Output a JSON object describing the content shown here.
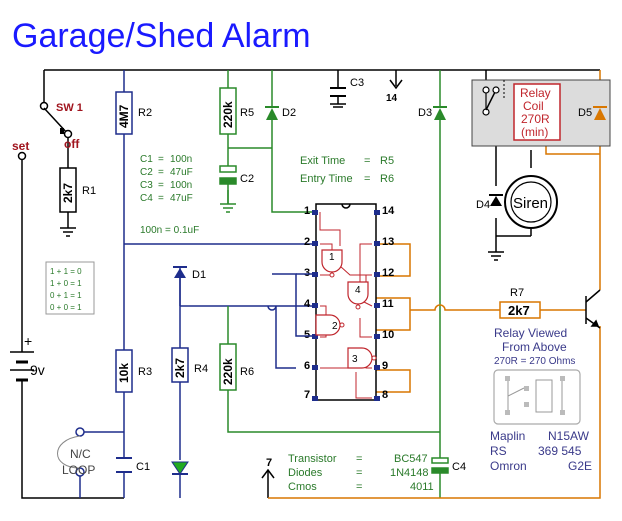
{
  "title": "Garage/Shed Alarm",
  "colors": {
    "title": "#1a1aff",
    "wire_black": "#000000",
    "wire_blue": "#1e2d8c",
    "wire_green": "#2a8a2a",
    "wire_orange": "#d97700",
    "ic_body": "#c0262d",
    "relay_box": "#dcdcdc",
    "relay_label": "#c0262d",
    "text_blue": "#3a3a8a",
    "text_green": "#2a7a2a",
    "text_red": "#a0141e",
    "led": "#22aa22",
    "pins": "#1e2d8c"
  },
  "labels": {
    "sw1": "SW 1",
    "set": "set",
    "off": "off",
    "battery": "9v",
    "battery_plus": "+",
    "r1": "R1",
    "r1_value": "2k7",
    "r2": "R2",
    "r2_value": "4M7",
    "r3": "R3",
    "r3_value": "10k",
    "r4": "R4",
    "r4_value": "2k7",
    "r5": "R5",
    "r5_value": "220k",
    "r6": "R6",
    "r6_value": "220k",
    "r7": "R7",
    "r7_value": "2k7",
    "c1": "C1",
    "c2": "C2",
    "c3": "C3",
    "c4": "C4",
    "d1": "D1",
    "d2": "D2",
    "d3": "D3",
    "d4": "D4",
    "d5": "D5",
    "loop_line1": "N/C",
    "loop_line2": "LOOP",
    "siren": "Siren",
    "relay_line1": "Relay",
    "relay_line2": "Coil",
    "relay_line3": "270R",
    "relay_line4": "(min)",
    "node14": "14",
    "node7": "7",
    "hundred_n": "100n = 0.1uF"
  },
  "cap_values": [
    {
      "name": "C1",
      "value": "100n"
    },
    {
      "name": "C2",
      "value": "47uF"
    },
    {
      "name": "C3",
      "value": "100n"
    },
    {
      "name": "C4",
      "value": "47uF"
    }
  ],
  "timing": [
    {
      "name": "Exit Time",
      "value": "R5"
    },
    {
      "name": "Entry Time",
      "value": "R6"
    }
  ],
  "truth_table": [
    "1 + 1 = 0",
    "1 + 0 = 1",
    "0 + 1 = 1",
    "0 + 0 = 1"
  ],
  "ic_pins_left": [
    "1",
    "2",
    "3",
    "4",
    "5",
    "6",
    "7"
  ],
  "ic_pins_right": [
    "14",
    "13",
    "12",
    "11",
    "10",
    "9",
    "8"
  ],
  "gates": [
    "1",
    "2",
    "3",
    "4"
  ],
  "components": [
    {
      "name": "Transistor",
      "value": "BC547"
    },
    {
      "name": "Diodes",
      "value": "1N4148"
    },
    {
      "name": "Cmos",
      "value": "4011"
    }
  ],
  "relay_view": {
    "line1": "Relay Viewed",
    "line2": "From Above",
    "line3": "270R = 270 Ohms"
  },
  "suppliers": [
    {
      "name": "Maplin",
      "part": "N15AW"
    },
    {
      "name": "RS",
      "part": "369 545"
    },
    {
      "name": "Omron",
      "part": "G2E"
    }
  ]
}
